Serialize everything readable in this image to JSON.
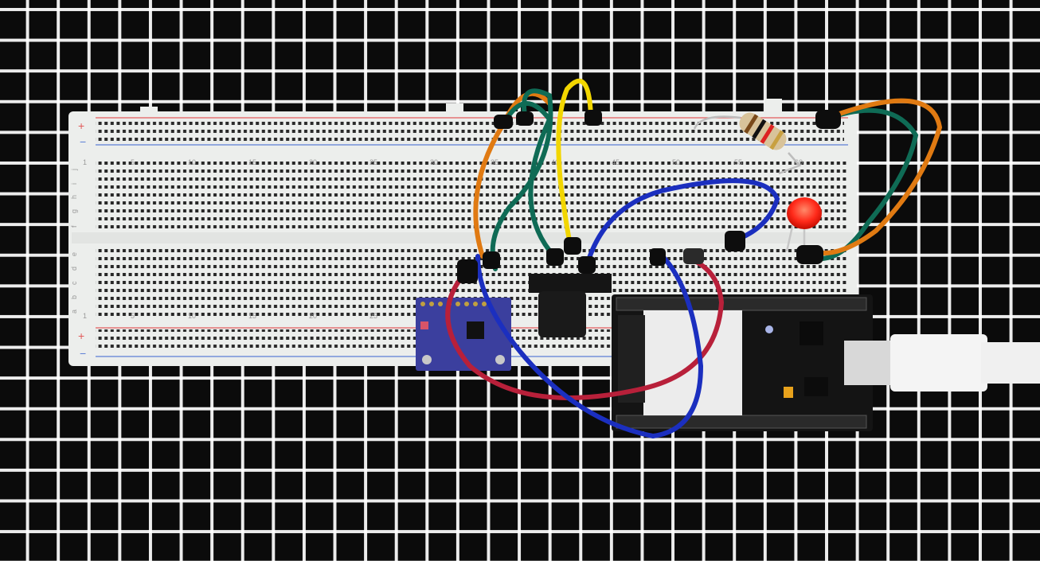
{
  "breadboard": {
    "rail_plus": "+",
    "rail_minus": "−",
    "column_numbers": [
      "1",
      "5",
      "10",
      "15",
      "20",
      "25",
      "30",
      "35",
      "40",
      "45",
      "50",
      "55",
      "60"
    ],
    "row_letters_top": [
      "j",
      "i",
      "h",
      "g",
      "f"
    ],
    "row_letters_bottom": [
      "e",
      "d",
      "c",
      "b",
      "a"
    ]
  },
  "colors": {
    "board": "#eceeec",
    "rail_red": "#e25b5b",
    "rail_blue": "#5b7fd6",
    "mpu_pcb": "#3b3f9e",
    "esp_pcb": "#141414",
    "esp_module": "#ececec",
    "led": "#ff2a1a",
    "wire_orange": "#e07a12",
    "wire_green": "#0f6b55",
    "wire_yellow": "#f2d600",
    "wire_blue": "#1b2fbf",
    "wire_red": "#b8203a",
    "cable": "#f4f4f4"
  }
}
